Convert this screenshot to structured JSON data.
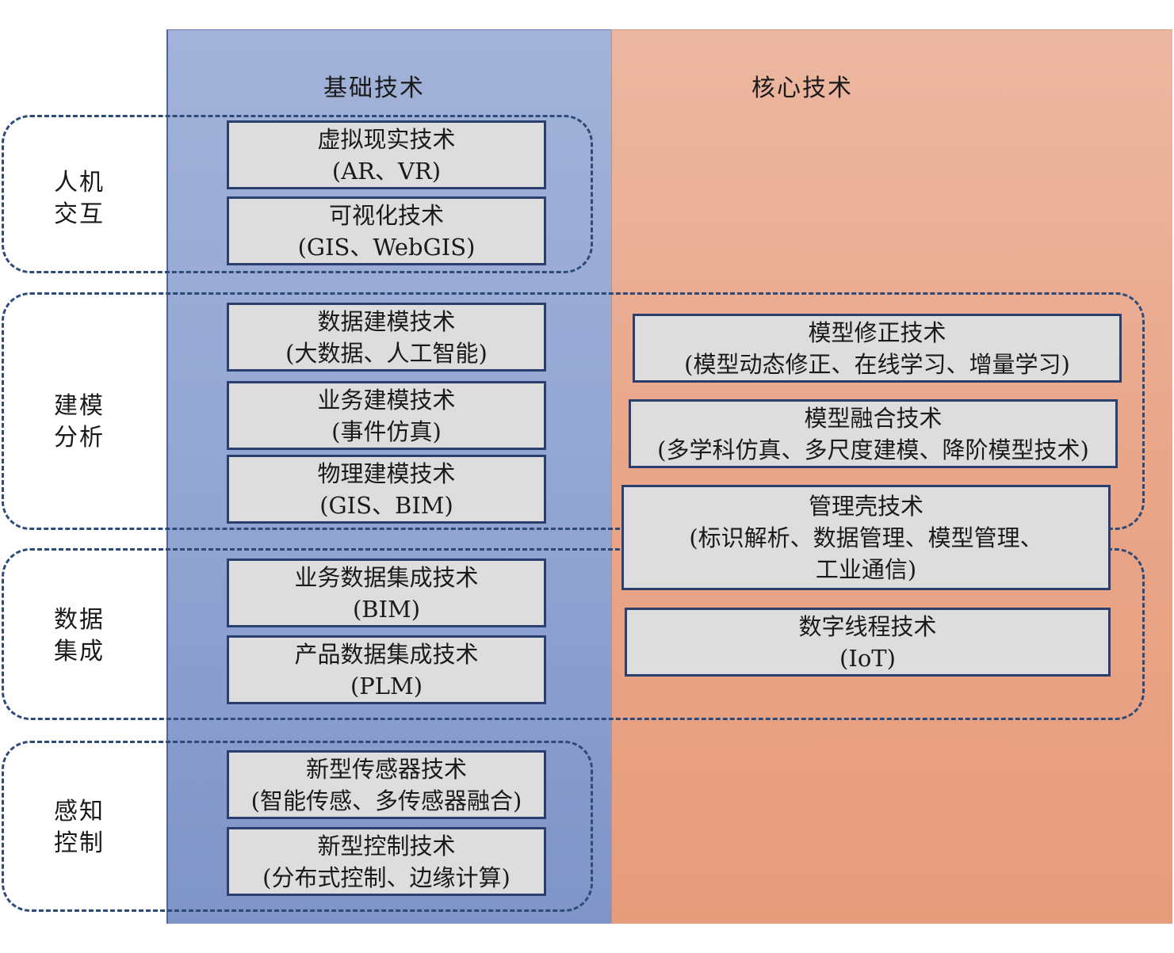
{
  "columns": {
    "basic": "基础技术",
    "core": "核心技术"
  },
  "groups": {
    "hci": "人机交互",
    "modeling": "建模分析",
    "integration": "数据集成",
    "sensing": "感知控制"
  },
  "boxes": {
    "vr": {
      "title": "虚拟现实技术",
      "sub": "(AR、VR)"
    },
    "vis": {
      "title": "可视化技术",
      "sub": "(GIS、WebGIS)"
    },
    "data_model": {
      "title": "数据建模技术",
      "sub": "(大数据、人工智能)"
    },
    "biz_model": {
      "title": "业务建模技术",
      "sub": "(事件仿真)"
    },
    "phys_model": {
      "title": "物理建模技术",
      "sub": "(GIS、BIM)"
    },
    "biz_data": {
      "title": "业务数据集成技术",
      "sub": "(BIM)"
    },
    "prod_data": {
      "title": "产品数据集成技术",
      "sub": "(PLM)"
    },
    "sensor": {
      "title": "新型传感器技术",
      "sub": "(智能传感、多传感器融合)"
    },
    "control": {
      "title": "新型控制技术",
      "sub": "(分布式控制、边缘计算)"
    },
    "model_fix": {
      "title": "模型修正技术",
      "sub": "(模型动态修正、在线学习、增量学习)"
    },
    "model_fuse": {
      "title": "模型融合技术",
      "sub": "(多学科仿真、多尺度建模、降阶模型技术)"
    },
    "shell": {
      "title": "管理壳技术",
      "sub": "(标识解析、数据管理、模型管理、",
      "sub2": "工业通信)"
    },
    "thread": {
      "title": "数字线程技术",
      "sub": "(IoT)"
    }
  }
}
